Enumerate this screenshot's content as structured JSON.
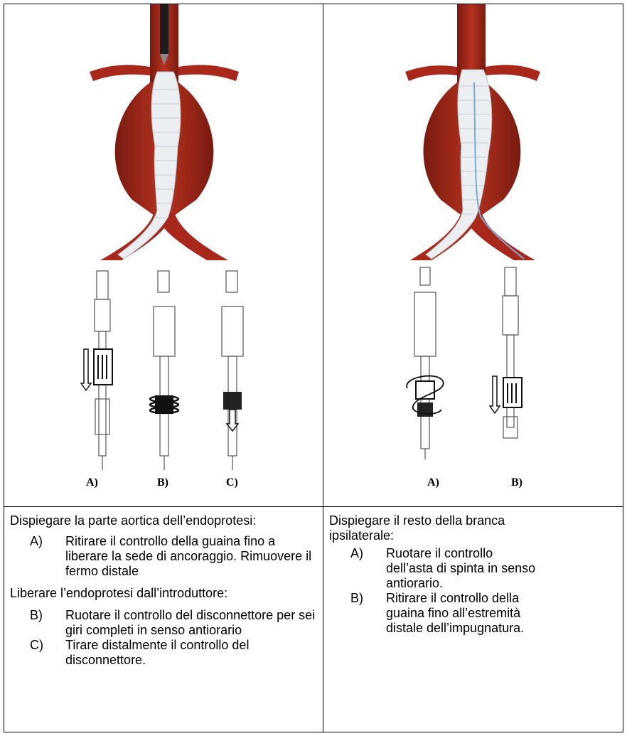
{
  "left_panel": {
    "labels": [
      "A)",
      "B)",
      "C)"
    ],
    "intro": "Dispiegare la parte aortica dell’endoprotesi:",
    "steps_1": [
      {
        "key": "A)",
        "text": "Ritirare il controllo della guaina fino a liberare la sede di ancoraggio. Rimuovere il fermo distale"
      }
    ],
    "intro_2": "Liberare l’endoprotesi dall’introduttore:",
    "steps_2": [
      {
        "key": "B)",
        "text": "Ruotare il controllo del disconnettore per sei giri completi in senso antiorario"
      },
      {
        "key": "C)",
        "text": "Tirare distalmente il controllo del disconnettore."
      }
    ]
  },
  "right_panel": {
    "labels": [
      "A)",
      "B)"
    ],
    "intro": "Dispiegare il resto della branca ipsilaterale:",
    "steps": [
      {
        "key": "A)",
        "text": "Ruotare il controllo dell’asta di spinta in senso antiorario."
      },
      {
        "key": "B)",
        "text": "Ritirare il controllo della guaina fino all’estremità distale dell’impugnatura."
      }
    ]
  },
  "colors": {
    "vessel": "#a8291c",
    "vessel_dark": "#7a1a10",
    "stent": "#e9ecef",
    "line": "#000000"
  }
}
